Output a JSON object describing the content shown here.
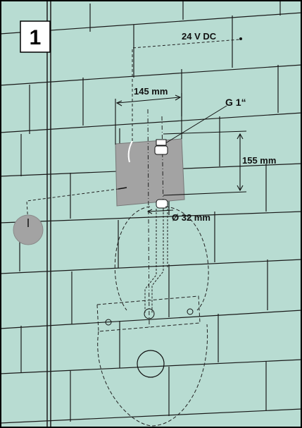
{
  "figure": {
    "step_number": "1",
    "labels": {
      "voltage": "24 V DC",
      "width": "145 mm",
      "thread": "G 1“",
      "height": "155 mm",
      "diameter": "Ø 32 mm"
    },
    "colors": {
      "wall": "#b8dcd2",
      "tile_lines": "#1a1a1a",
      "recess": "#a3a3a3",
      "badge": "#ffffff"
    }
  }
}
